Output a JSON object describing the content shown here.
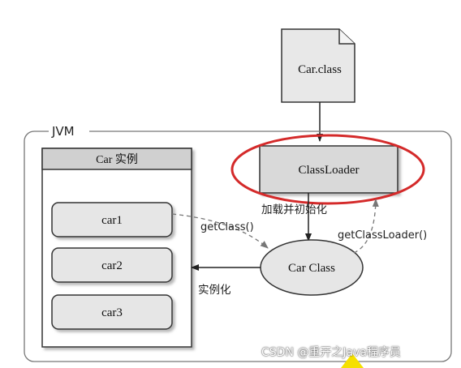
{
  "file_node": {
    "label": "Car.class"
  },
  "jvm": {
    "label": "JVM"
  },
  "instances_panel": {
    "header": "Car 实例",
    "items": [
      {
        "label": "car1"
      },
      {
        "label": "car2"
      },
      {
        "label": "car3"
      }
    ]
  },
  "classloader": {
    "label": "ClassLoader"
  },
  "class_node": {
    "label": "Car Class"
  },
  "edges": {
    "load_init": "加载并初始化",
    "get_class": "getClass()",
    "get_classloader": "getClassLoader()",
    "instantiate": "实例化"
  },
  "colors": {
    "highlight_ellipse": "#d42a2a",
    "header_fill": "#d0d0d0",
    "box_fill": "#e6e6e6",
    "stroke": "#3a3a3a"
  },
  "watermark": {
    "text": "CSDN @重开之Java程序员"
  }
}
